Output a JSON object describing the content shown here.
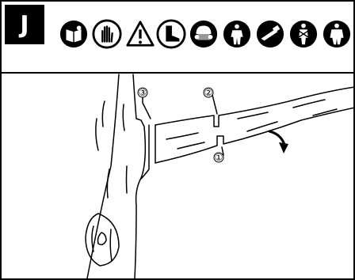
{
  "header": {
    "step_letter": "J",
    "icons": [
      "read-manual-icon",
      "gloves-icon",
      "warning-triangle-icon",
      "safety-boots-icon",
      "helmet-visor-ear-protection-icon",
      "protective-suit-icon",
      "chainsaw-leg-protection-icon",
      "fall-protection-harness-icon",
      "full-body-protection-icon"
    ]
  },
  "diagram": {
    "cut_labels": [
      "③",
      "②",
      "①"
    ],
    "arrow": "falling-direction-arrow"
  }
}
